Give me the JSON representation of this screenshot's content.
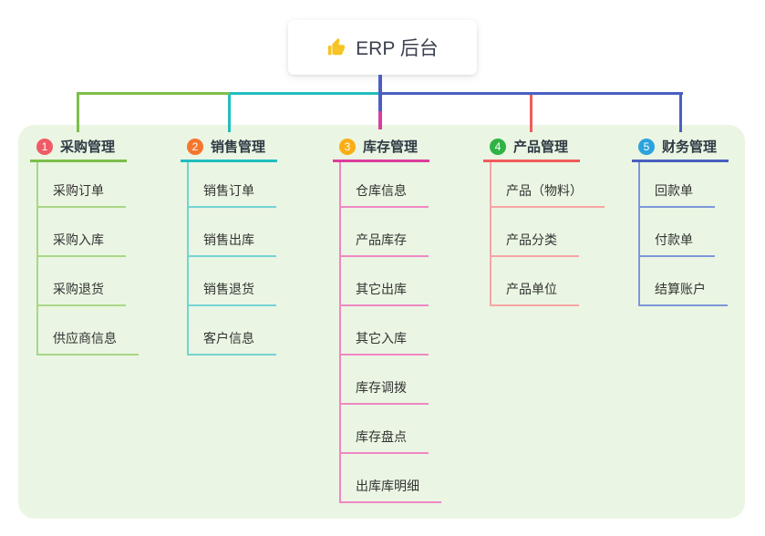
{
  "root": {
    "icon": "thumbs-up",
    "label": "ERP 后台"
  },
  "branches": [
    {
      "number": "1",
      "label": "采购管理",
      "items": [
        "采购订单",
        "采购入库",
        "采购退货",
        "供应商信息"
      ],
      "colors": {
        "badge": "#EE5B66",
        "line": "#7CBE4B",
        "sub": "#A9D687"
      }
    },
    {
      "number": "2",
      "label": "销售管理",
      "items": [
        "销售订单",
        "销售出库",
        "销售退货",
        "客户信息"
      ],
      "colors": {
        "badge": "#F5762F",
        "line": "#21BDBE",
        "sub": "#74D3D3"
      }
    },
    {
      "number": "3",
      "label": "库存管理",
      "items": [
        "仓库信息",
        "产品库存",
        "其它出库",
        "其它入库",
        "库存调拨",
        "库存盘点",
        "出库库明细"
      ],
      "colors": {
        "badge": "#FAAD14",
        "line": "#DC3C9C",
        "sub": "#EF87C3"
      }
    },
    {
      "number": "4",
      "label": "产品管理",
      "items": [
        "产品（物料）",
        "产品分类",
        "产品单位"
      ],
      "colors": {
        "badge": "#2FB344",
        "line": "#F15B5B",
        "sub": "#F7A4A4"
      }
    },
    {
      "number": "5",
      "label": "财务管理",
      "items": [
        "回款单",
        "付款单",
        "结算账户"
      ],
      "colors": {
        "badge": "#2BA3DC",
        "line": "#4A5FC1",
        "sub": "#7E96D8"
      }
    }
  ],
  "palette": {
    "root_stem": "#4A5FC1",
    "panel_bg": "#EAF6E3",
    "canvas_bg": "#FFFFFF",
    "text": "#333333"
  }
}
